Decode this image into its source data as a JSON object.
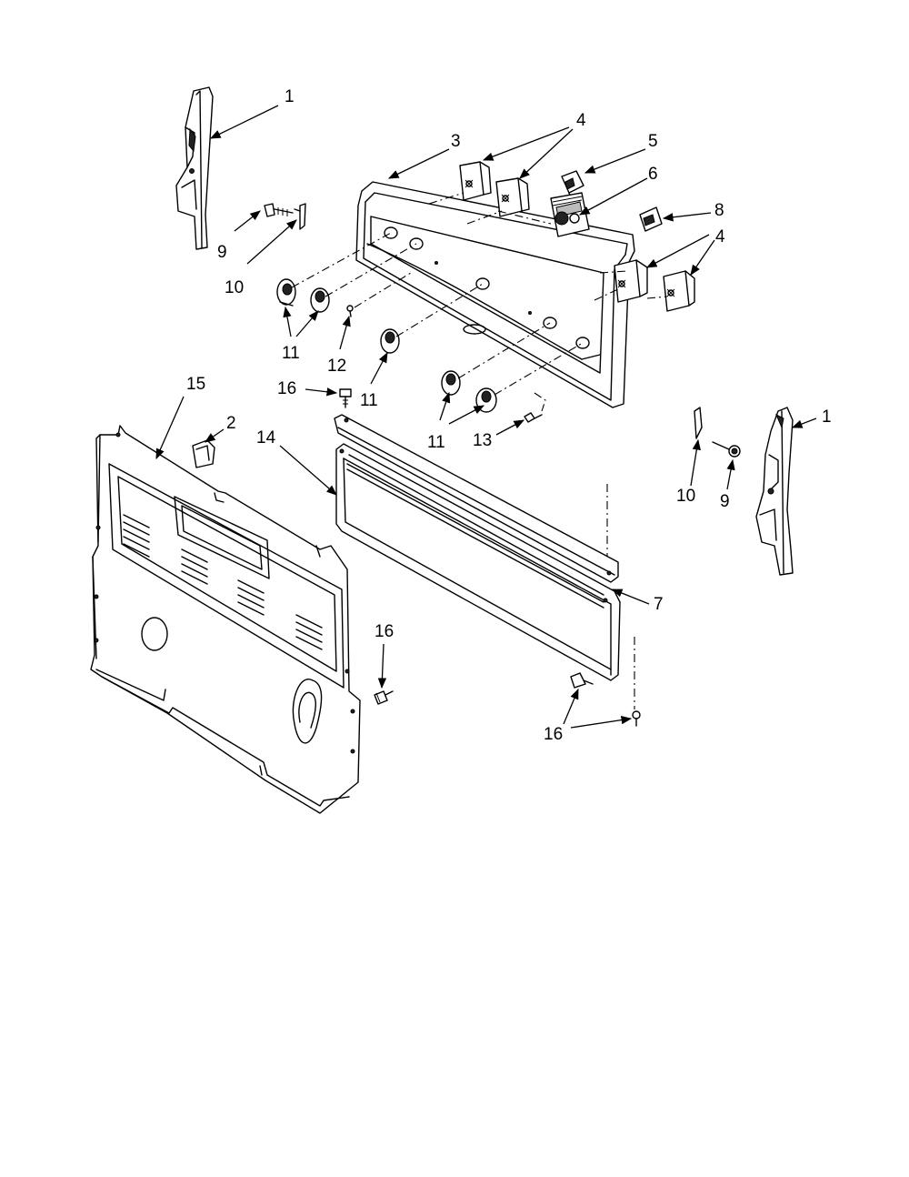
{
  "callouts": [
    {
      "id": "c1a",
      "text": "1"
    },
    {
      "id": "c1b",
      "text": "1"
    },
    {
      "id": "c2",
      "text": "2"
    },
    {
      "id": "c3",
      "text": "3"
    },
    {
      "id": "c4a",
      "text": "4"
    },
    {
      "id": "c4b",
      "text": "4"
    },
    {
      "id": "c5",
      "text": "5"
    },
    {
      "id": "c6",
      "text": "6"
    },
    {
      "id": "c7",
      "text": "7"
    },
    {
      "id": "c8",
      "text": "8"
    },
    {
      "id": "c9a",
      "text": "9"
    },
    {
      "id": "c9b",
      "text": "9"
    },
    {
      "id": "c10a",
      "text": "10"
    },
    {
      "id": "c10b",
      "text": "10"
    },
    {
      "id": "c11a",
      "text": "11"
    },
    {
      "id": "c11b",
      "text": "11"
    },
    {
      "id": "c11c",
      "text": "11"
    },
    {
      "id": "c12",
      "text": "12"
    },
    {
      "id": "c13",
      "text": "13"
    },
    {
      "id": "c14",
      "text": "14"
    },
    {
      "id": "c15",
      "text": "15"
    },
    {
      "id": "c16a",
      "text": "16"
    },
    {
      "id": "c16b",
      "text": "16"
    },
    {
      "id": "c16c",
      "text": "16"
    }
  ]
}
